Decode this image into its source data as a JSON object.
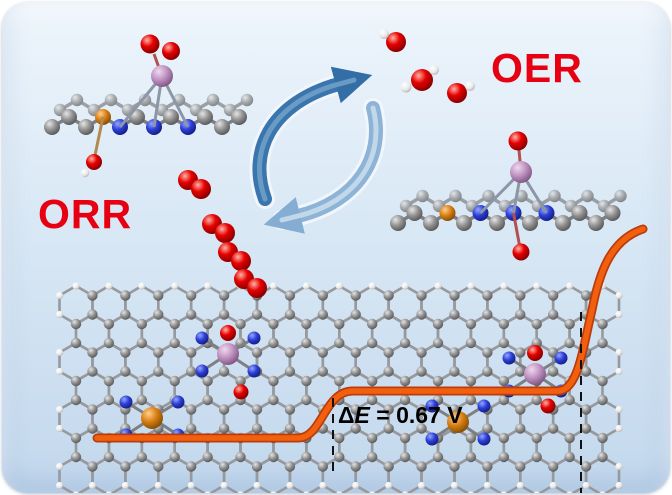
{
  "labels": {
    "oer": "OER",
    "orr": "ORR"
  },
  "annotation": {
    "delta": "Δ",
    "variable": "E",
    "value": " = 0.67 V"
  },
  "colors": {
    "label_red": "#e60012",
    "curve_orange": "#f2600f",
    "arrow_blue_dark": "#3a76ad",
    "arrow_blue_light": "#8db3d6",
    "background_top": "#eef5fc",
    "background_bottom": "#c3d8ed",
    "atom_carbon_gray": "#939393",
    "atom_nitrogen_blue": "#2c3ed6",
    "atom_oxygen_red": "#e60000",
    "atom_hydrogen_white": "#f2f2f2",
    "metal_pink": "#c094c2",
    "metal_orange": "#d87f12"
  }
}
